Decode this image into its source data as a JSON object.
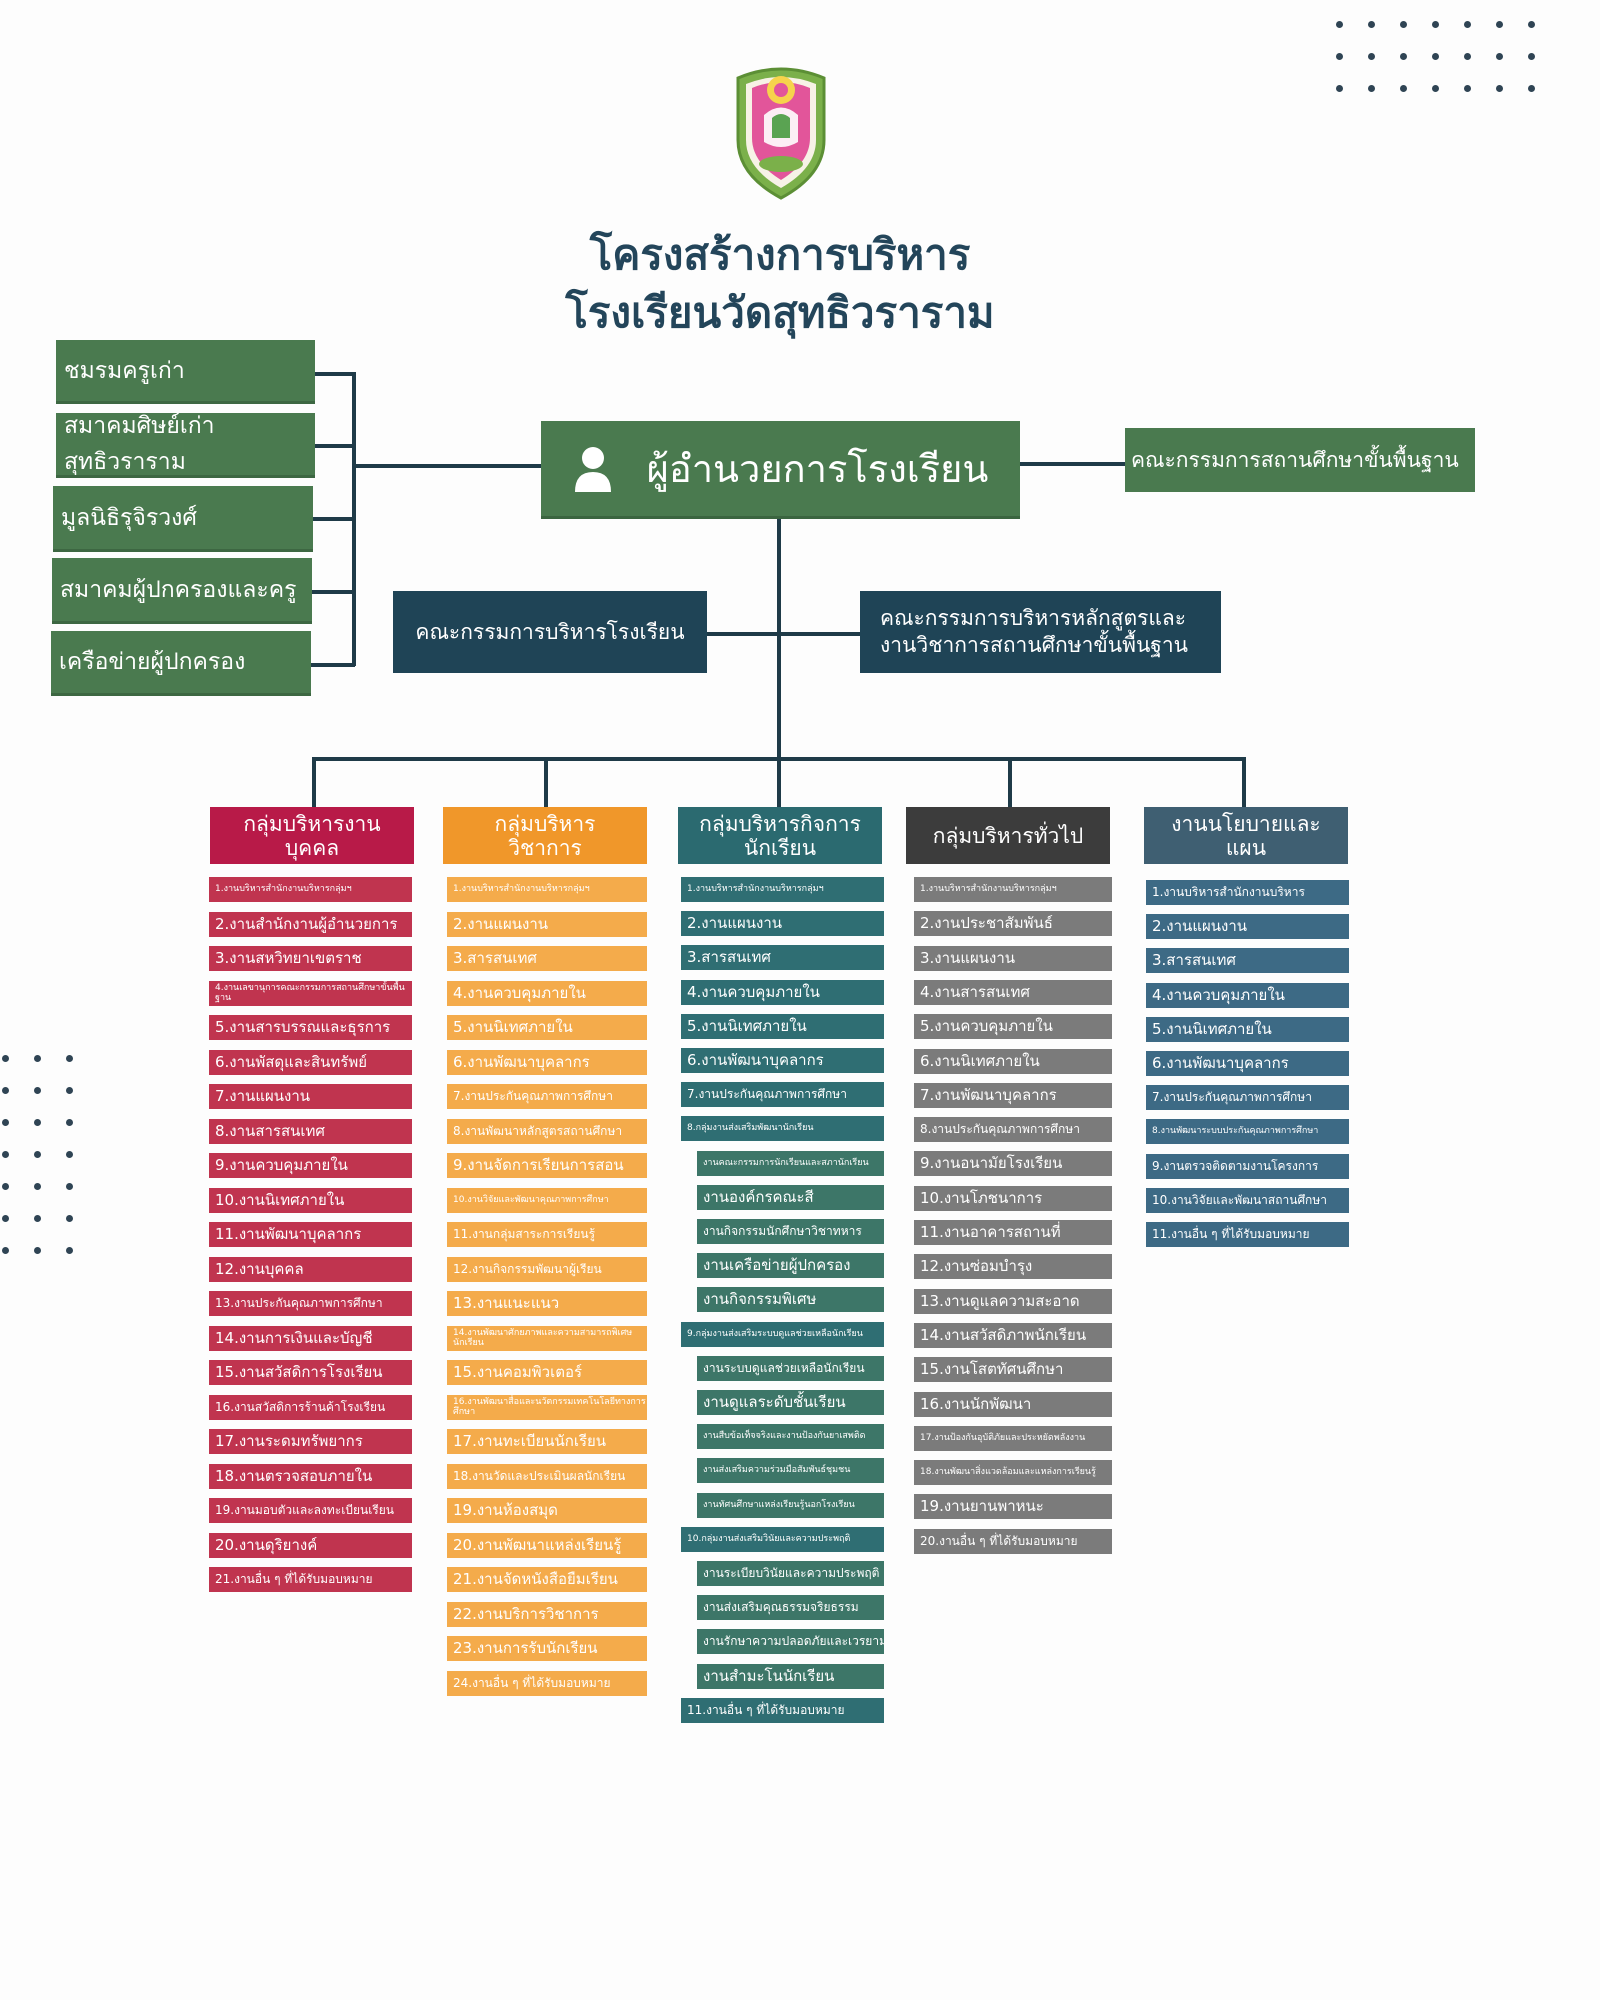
{
  "title": {
    "line1": "โครงสร้างการบริหาร",
    "line2": "โรงเรียนวัดสุทธิวราราม"
  },
  "colors": {
    "green": "#4a7a4f",
    "navy": "#1f4456",
    "pink": "#c0334f",
    "orange": "#f0a23c",
    "teal": "#2f6f73",
    "darkgray": "#3d3d3d",
    "bluegray": "#3e6275"
  },
  "left_groups": [
    "ชมรมครูเก่า",
    "สมาคมศิษย์เก่าสุทธิวราราม",
    "มูลนิธิรุจิรวงศ์",
    "สมาคมผู้ปกครองและครู",
    "เครือข่ายผู้ปกครอง"
  ],
  "director": {
    "label": "ผู้อำนวยการโรงเรียน",
    "icon": "user-icon"
  },
  "board": "คณะกรรมการสถานศึกษาขั้นพื้นฐาน",
  "committee_left": "คณะกรรมการบริหารโรงเรียน",
  "committee_right": {
    "line1": "คณะกรรมการบริหารหลักสูตรและ",
    "line2": "งานวิชาการสถานศึกษาขั้นพื้นฐาน"
  },
  "columns": [
    {
      "title_lines": [
        "กลุ่มบริหารงาน",
        "บุคคล"
      ],
      "color": "#c0344f",
      "head": "#b81a48",
      "items": [
        "1.งานบริหารสำนักงานบริหารกลุ่มฯ",
        "2.งานสำนักงานผู้อำนวยการ",
        "3.งานสหวิทยาเขตราช",
        "4.งานเลขานุการคณะกรรมการสถานศึกษาขั้นพื้นฐาน",
        "5.งานสารบรรณและธุรการ",
        "6.งานพัสดุและสินทรัพย์",
        "7.งานแผนงาน",
        "8.งานสารสนเทศ",
        "9.งานควบคุมภายใน",
        "10.งานนิเทศภายใน",
        "11.งานพัฒนาบุคลากร",
        "12.งานบุคคล",
        "13.งานประกันคุณภาพการศึกษา",
        "14.งานการเงินและบัญชี",
        "15.งานสวัสดิการโรงเรียน",
        "16.งานสวัสดิการร้านค้าโรงเรียน",
        "17.งานระดมทรัพยากร",
        "18.งานตรวจสอบภายใน",
        "19.งานมอบตัวและลงทะเบียนเรียน",
        "20.งานดุริยางค์",
        "21.งานอื่น ๆ ที่ได้รับมอบหมาย"
      ]
    },
    {
      "title_lines": [
        "กลุ่มบริหาร",
        "วิชาการ"
      ],
      "color": "#f4ab4b",
      "head": "#f0972a",
      "items": [
        "1.งานบริหารสำนักงานบริหารกลุ่มฯ",
        "2.งานแผนงาน",
        "3.สารสนเทศ",
        "4.งานควบคุมภายใน",
        "5.งานนิเทศภายใน",
        "6.งานพัฒนาบุคลากร",
        "7.งานประกันคุณภาพการศึกษา",
        "8.งานพัฒนาหลักสูตรสถานศึกษา",
        "9.งานจัดการเรียนการสอน",
        "10.งานวิจัยและพัฒนาคุณภาพการศึกษา",
        "11.งานกลุ่มสาระการเรียนรู้",
        "12.งานกิจกรรมพัฒนาผู้เรียน",
        "13.งานแนะแนว",
        "14.งานพัฒนาศักยภาพและความสามารถพิเศษนักเรียน",
        "15.งานคอมพิวเตอร์",
        "16.งานพัฒนาสื่อและนวัตกรรมเทคโนโลยีทางการศึกษา",
        "17.งานทะเบียนนักเรียน",
        "18.งานวัดและประเมินผลนักเรียน",
        "19.งานห้องสมุด",
        "20.งานพัฒนาแหล่งเรียนรู้",
        "21.งานจัดหนังสือยืมเรียน",
        "22.งานบริการวิชาการ",
        "23.งานการรับนักเรียน",
        "24.งานอื่น ๆ ที่ได้รับมอบหมาย"
      ]
    },
    {
      "title_lines": [
        "กลุ่มบริหารกิจการ",
        "นักเรียน"
      ],
      "color": "#2f6e73",
      "sub": "#3d7668",
      "head": "#2b6a70",
      "items": [
        "1.งานบริหารสำนักงานบริหารกลุ่มฯ",
        "2.งานแผนงาน",
        "3.สารสนเทศ",
        "4.งานควบคุมภายใน",
        "5.งานนิเทศภายใน",
        "6.งานพัฒนาบุคลากร",
        "7.งานประกันคุณภาพการศึกษา",
        "8.กลุ่มงานส่งเสริมพัฒนานักเรียน",
        "งานคณะกรรมการนักเรียนและสภานักเรียน",
        "งานองค์กรคณะสี",
        "งานกิจกรรมนักศึกษาวิชาทหาร",
        "งานเครือข่ายผู้ปกครอง",
        "งานกิจกรรมพิเศษ",
        "9.กลุ่มงานส่งเสริมระบบดูแลช่วยเหลือนักเรียน",
        "งานระบบดูแลช่วยเหลือนักเรียน",
        "งานดูแลระดับชั้นเรียน",
        "งานสืบข้อเท็จจริงและงานป้องกันยาเสพติด",
        "งานส่งเสริมความร่วมมือสัมพันธ์ชุมชน",
        "งานทัศนศึกษาแหล่งเรียนรู้นอกโรงเรียน",
        "10.กลุ่มงานส่งเสริมวินัยและความประพฤติ",
        "งานระเบียบวินัยและความประพฤติ",
        "งานส่งเสริมคุณธรรมจริยธรรม",
        "งานรักษาความปลอดภัยและเวรยาม",
        "งานสำมะโนนักเรียน",
        "11.งานอื่น ๆ ที่ได้รับมอบหมาย"
      ]
    },
    {
      "title_lines": [
        "กลุ่มบริหารทั่วไป"
      ],
      "color": "#7b7b7b",
      "head": "#3c3c3c",
      "items": [
        "1.งานบริหารสำนักงานบริหารกลุ่มฯ",
        "2.งานประชาสัมพันธ์",
        "3.งานแผนงาน",
        "4.งานสารสนเทศ",
        "5.งานควบคุมภายใน",
        "6.งานนิเทศภายใน",
        "7.งานพัฒนาบุคลากร",
        "8.งานประกันคุณภาพการศึกษา",
        "9.งานอนามัยโรงเรียน",
        "10.งานโภชนาการ",
        "11.งานอาคารสถานที่",
        "12.งานซ่อมบำรุง",
        "13.งานดูแลความสะอาด",
        "14.งานสวัสดิภาพนักเรียน",
        "15.งานโสตทัศนศึกษา",
        "16.งานนักพัฒนา",
        "17.งานป้องกันอุบัติภัยและประหยัดพลังงาน",
        "18.งานพัฒนาสิ่งแวดล้อมและแหล่งการเรียนรู้",
        "19.งานยานพาหนะ",
        "20.งานอื่น ๆ ที่ได้รับมอบหมาย"
      ]
    },
    {
      "title_lines": [
        "งานนโยบายและ",
        "แผน"
      ],
      "color": "#3d6a85",
      "head": "#3f5f72",
      "items": [
        "1.งานบริหารสำนักงานบริหาร",
        "2.งานแผนงาน",
        "3.สารสนเทศ",
        "4.งานควบคุมภายใน",
        "5.งานนิเทศภายใน",
        "6.งานพัฒนาบุคลากร",
        "7.งานประกันคุณภาพการศึกษา",
        "8.งานพัฒนาระบบประกันคุณภาพการศึกษา",
        "9.งานตรวจติดตามงานโครงการ",
        "10.งานวิจัยและพัฒนาสถานศึกษา",
        "11.งานอื่น ๆ ที่ได้รับมอบหมาย"
      ]
    }
  ]
}
